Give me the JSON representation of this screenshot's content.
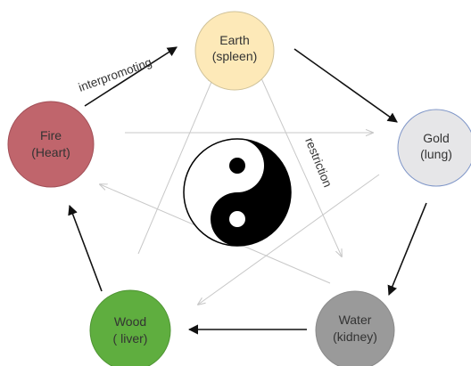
{
  "nodes": [
    {
      "id": "earth",
      "line1": "Earth",
      "line2": "(spleen)",
      "color": "#fde9b8",
      "stroke": "#cfc29a"
    },
    {
      "id": "gold",
      "line1": "Gold",
      "line2": "(lung)",
      "color": "#e6e6e8",
      "stroke": "#7f96c8"
    },
    {
      "id": "water",
      "line1": "Water",
      "line2": "(kidney)",
      "color": "#9a9a9a",
      "stroke": "#8a8a8a"
    },
    {
      "id": "wood",
      "line1": "Wood",
      "line2": "( liver)",
      "color": "#5fae3f",
      "stroke": "#4e9433"
    },
    {
      "id": "fire",
      "line1": "Fire",
      "line2": "(Heart)",
      "color": "#c0656c",
      "stroke": "#a25058"
    }
  ],
  "labels": {
    "promoting": "interpromoting",
    "restriction": "restriction"
  },
  "icons": {
    "center": "yin-yang-icon"
  },
  "colors": {
    "promoting_arrow": "#111111",
    "restriction_arrow": "#c8c8c8",
    "yin": "#000000",
    "yang": "#ffffff"
  }
}
